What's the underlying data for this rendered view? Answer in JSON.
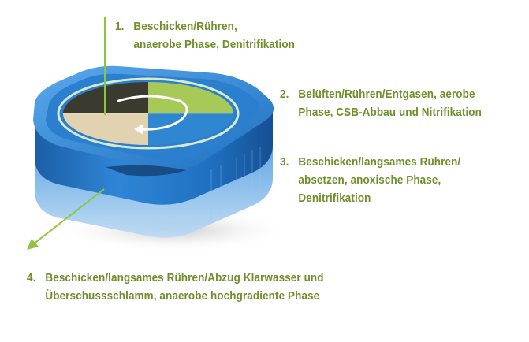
{
  "steps": [
    {
      "number": "1.",
      "lines": [
        "Beschicken/Rühren,",
        "anaerobe Phase, Denitrifikation"
      ]
    },
    {
      "number": "2.",
      "lines": [
        "Belüften/Rühren/Entgasen, aerobe",
        "Phase, CSB-Abbau und Nitrifikation"
      ]
    },
    {
      "number": "3.",
      "lines": [
        "Beschicken/langsames Rühren/",
        "absetzen, anoxische Phase,",
        "Denitrifikation"
      ]
    },
    {
      "number": "4.",
      "lines": [
        "Beschicken/langsames Rühren/Abzug Klarwasser und",
        "Überschussschlamm, anaerobe hochgradiente Phase"
      ]
    }
  ],
  "colors": {
    "text": "#6f8f2b",
    "tank_blue": "#1f73c4",
    "tank_light": "#8fc0ea",
    "arrow": "#8cc63f",
    "quadrant_dark": "#3a3a2e",
    "quadrant_green": "#a7c957",
    "quadrant_blue": "#2f86d1",
    "quadrant_beige": "#e2d3b0"
  }
}
